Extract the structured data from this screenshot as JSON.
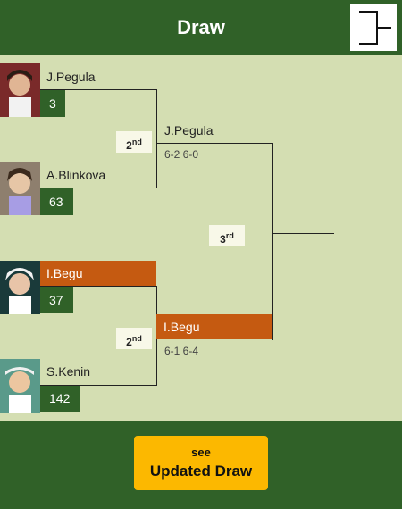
{
  "header": {
    "title": "Draw"
  },
  "players": [
    {
      "name": "J.Pegula",
      "rank": "3"
    },
    {
      "name": "A.Blinkova",
      "rank": "63"
    },
    {
      "name": "I.Begu",
      "rank": "37"
    },
    {
      "name": "S.Kenin",
      "rank": "142"
    }
  ],
  "rounds": {
    "r1_label": "2",
    "r1_suffix": "nd",
    "r2_label": "2",
    "r2_suffix": "nd",
    "r3_label": "3",
    "r3_suffix": "rd"
  },
  "results": [
    {
      "winner": "J.Pegula",
      "score": "6-2 6-0"
    },
    {
      "winner": "I.Begu",
      "score": "6-1 6-4"
    }
  ],
  "footer": {
    "button_small": "see",
    "button_big": "Updated Draw"
  },
  "colors": {
    "header_bg": "#306128",
    "main_bg": "#d4deb2",
    "highlight": "#c55a11",
    "button": "#fcb800"
  }
}
